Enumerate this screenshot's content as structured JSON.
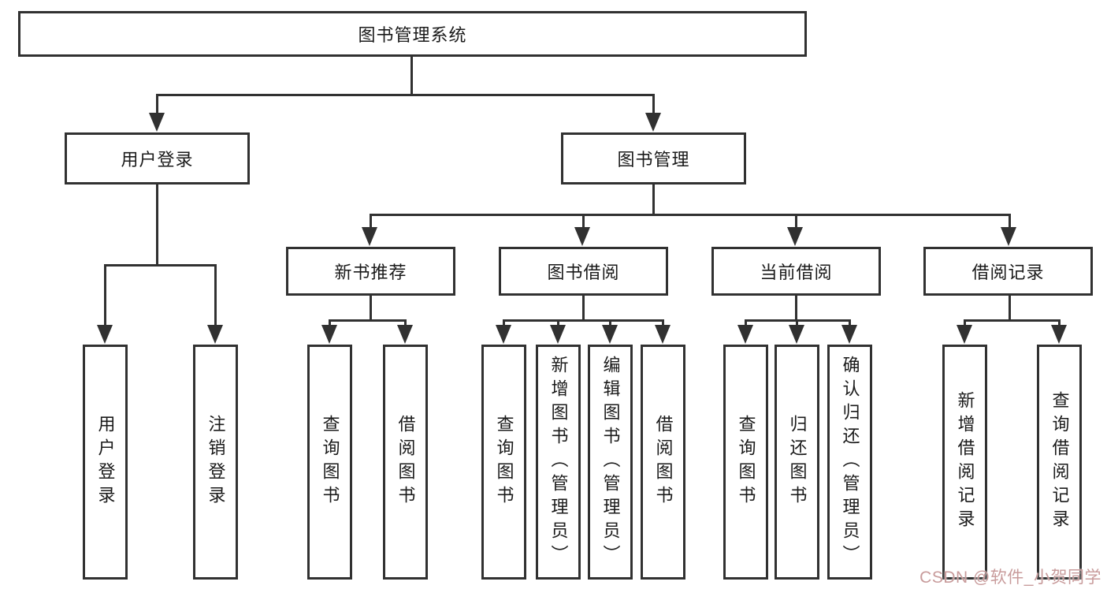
{
  "colors": {
    "background": "#ffffff",
    "line": "#313131",
    "box_border": "#313131",
    "box_fill": "#ffffff",
    "text": "#1a1a1a",
    "watermark": "#c89b9b"
  },
  "watermark": {
    "text": "CSDN @软件_小贺同学"
  },
  "diagram": {
    "type": "hierarchy-tree",
    "root": {
      "label": "图书管理系统"
    },
    "branches": [
      {
        "label": "用户登录",
        "children": [
          {
            "label": "用户登录"
          },
          {
            "label": "注销登录"
          }
        ]
      },
      {
        "label": "图书管理",
        "children": [
          {
            "label": "新书推荐",
            "children": [
              {
                "label": "查询图书"
              },
              {
                "label": "借阅图书"
              }
            ]
          },
          {
            "label": "图书借阅",
            "children": [
              {
                "label": "查询图书"
              },
              {
                "label": "新增图书（管理员）"
              },
              {
                "label": "编辑图书（管理员）"
              },
              {
                "label": "借阅图书"
              }
            ]
          },
          {
            "label": "当前借阅",
            "children": [
              {
                "label": "查询图书"
              },
              {
                "label": "归还图书"
              },
              {
                "label": "确认归还（管理员）"
              }
            ]
          },
          {
            "label": "借阅记录",
            "children": [
              {
                "label": "新增借阅记录"
              },
              {
                "label": "查询借阅记录"
              }
            ]
          }
        ]
      }
    ]
  }
}
